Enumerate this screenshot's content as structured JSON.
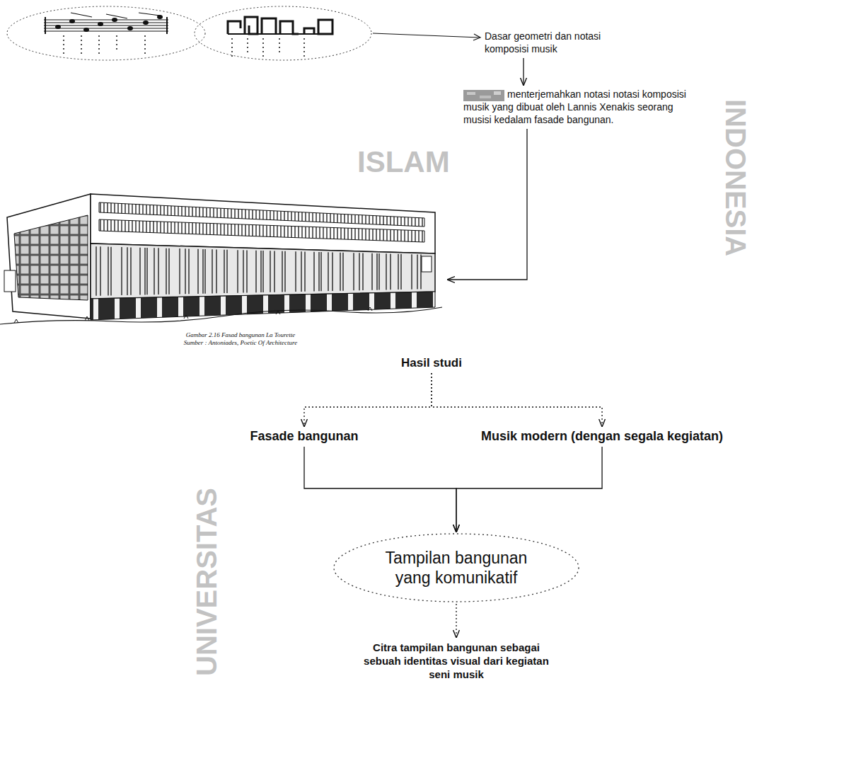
{
  "diagram": {
    "nodes": [
      {
        "text": [
          "Dasar geometri dan notasi komposisi musik"
        ]
      },
      {
        "text": [
          "menterjemahkan notasi notasi komposisi musik yang dibuat oleh Lannis Xenakis seorang musisi kedalam fasade bangunan."
        ]
      },
      {
        "text": [
          "Gambar 2.16 Fasad bangunan La Tourette",
          "Sumber : Antoniades, Poetic Of Architecture"
        ]
      },
      {
        "text": [
          "Hasil studi"
        ]
      },
      {
        "text": [
          "Fasade bangunan"
        ]
      },
      {
        "text": [
          "Musik modern (dengan segala kegiatan)"
        ]
      },
      {
        "text": [
          "Tampilan bangunan yang komunikatif"
        ]
      },
      {
        "text": [
          "Citra tampilan bangunan sebagai sebuah identitas visual dari kegiatan seni musik"
        ]
      }
    ],
    "edges": [
      {
        "from": 0,
        "to": 1,
        "arrow": "to"
      },
      {
        "from": 1,
        "to": 2,
        "arrow": "to"
      },
      {
        "from": 3,
        "to": 4,
        "arrow": "to"
      },
      {
        "from": 3,
        "to": 5,
        "arrow": "to"
      },
      {
        "from": 4,
        "to": 6,
        "arrow": "to"
      },
      {
        "from": 5,
        "to": 6,
        "arrow": "to"
      },
      {
        "from": 6,
        "to": 7,
        "arrow": "to"
      }
    ],
    "labels": [
      "ISLAM",
      "INDONESIA",
      "UNIVERSITAS"
    ]
  }
}
